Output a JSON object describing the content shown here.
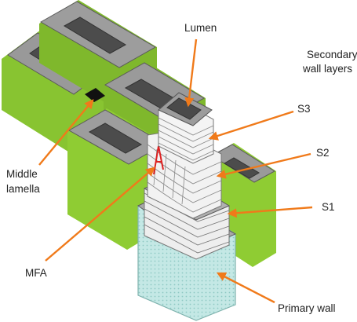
{
  "labels": {
    "lumen": "Lumen",
    "secondary_line1": "Secondary",
    "secondary_line2": "wall layers",
    "s3": "S3",
    "s2": "S2",
    "s1": "S1",
    "middle_lamella_line1": "Middle",
    "middle_lamella_line2": "lamella",
    "mfa": "MFA",
    "primary_wall": "Primary wall"
  },
  "colors": {
    "arrow": "#f07a1a",
    "cell_green": "#8fcc33",
    "cell_wall_gray": "#9a9a9a",
    "lumen_dark": "#4c4c4c",
    "primary_wall_fill": "#bfe6e3",
    "mfa_marker": "#dd2222"
  }
}
